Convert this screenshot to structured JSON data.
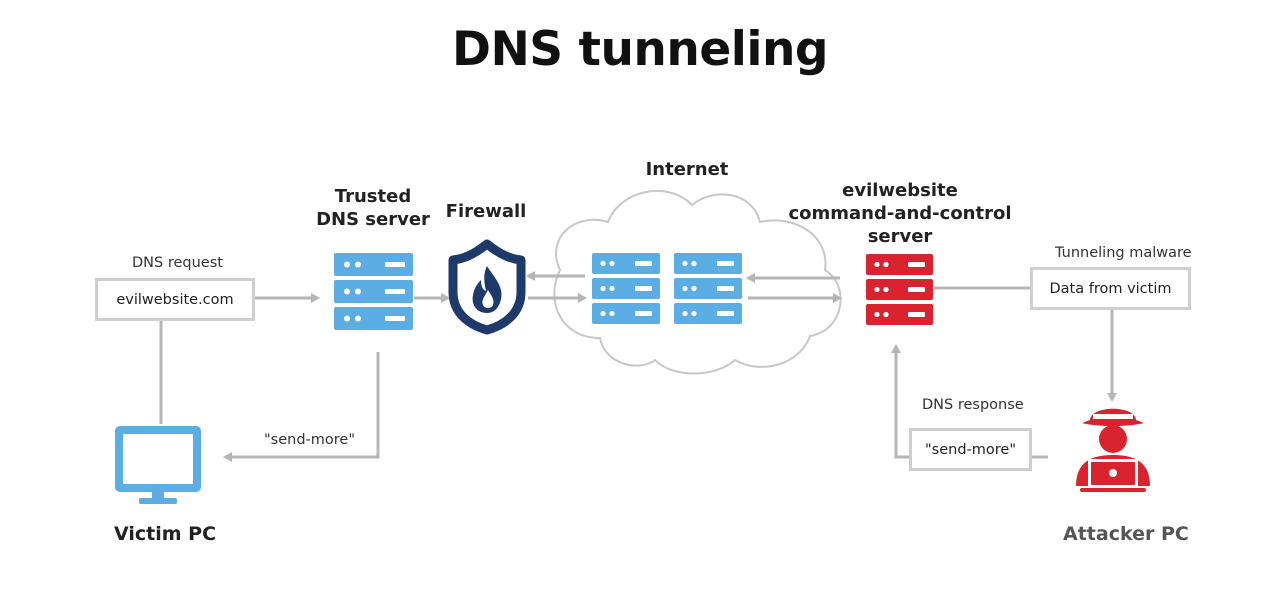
{
  "title": "DNS tunneling",
  "nodes": {
    "trusted_dns": "Trusted\nDNS server",
    "firewall": "Firewall",
    "internet": "Internet",
    "c2_server": "evilwebsite\ncommand-and-control\nserver",
    "victim_pc": "Victim PC",
    "attacker_pc": "Attacker PC"
  },
  "labels": {
    "dns_request": "DNS request",
    "tunneling_malware": "Tunneling malware",
    "dns_response": "DNS response"
  },
  "boxes": {
    "request_domain": "evilwebsite.com",
    "data_from_victim": "Data from victim",
    "send_more_response": "\"send-more\"",
    "send_more_return": "\"send-more\""
  },
  "colors": {
    "dns_blue": "#5aaee3",
    "evil_red": "#d9232e",
    "firewall_navy": "#1e3a6b",
    "connector_gray": "#b5b5b5",
    "cloud_outline": "#c8c8c8"
  },
  "icons": {
    "trusted_dns": "server-stack-icon",
    "firewall": "shield-flame-icon",
    "internet": "cloud-icon",
    "c2_server": "server-stack-icon",
    "victim_pc": "monitor-icon",
    "attacker_pc": "hacker-laptop-icon"
  }
}
